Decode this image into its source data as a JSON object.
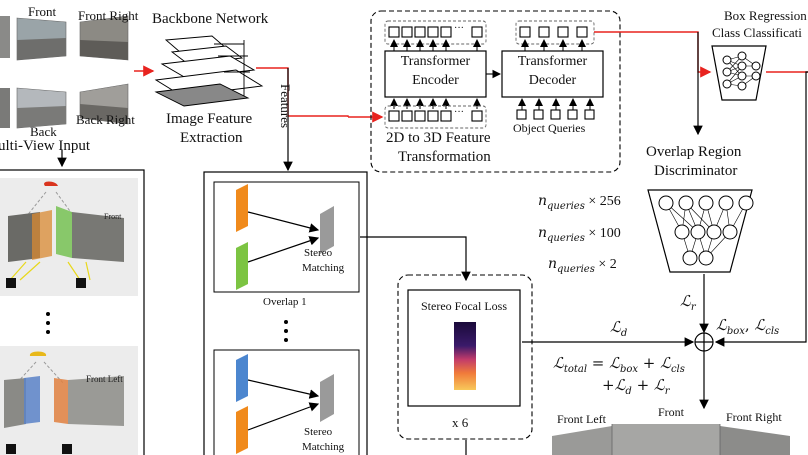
{
  "cameras": {
    "front": "Front",
    "front_right": "Front Right",
    "back": "Back",
    "back_right": "Back Right",
    "multi_view_input": "ulti-View Input"
  },
  "backbone": {
    "title": "Backbone Network",
    "extraction_line1": "Image Feature",
    "extraction_line2": "Extraction",
    "features": "Features"
  },
  "transformer": {
    "encoder_line1": "Transformer",
    "encoder_line2": "Encoder",
    "decoder_line1": "Transformer",
    "decoder_line2": "Decoder",
    "object_queries": "Object Queries",
    "transform_line1": "2D to 3D Feature",
    "transform_line2": "Transformation",
    "ellipsis": "···"
  },
  "heads": {
    "box_regression": "Box Regression",
    "class_classification": "Class Classificati"
  },
  "discriminator": {
    "line1": "Overlap Region",
    "line2": "Discriminator",
    "dim1_base": "n",
    "dim1_sub": "queries",
    "dim1_tail": " × 256",
    "dim2_base": "n",
    "dim2_sub": "queries",
    "dim2_tail": " × 100",
    "dim3_base": "n",
    "dim3_sub": "queries",
    "dim3_tail": " × 2"
  },
  "stereo": {
    "matching_line1": "Stereo",
    "matching_line2": "Matching",
    "overlap1": "Overlap 1",
    "focal_loss": "Stereo Focal Loss",
    "repeat": "x 6"
  },
  "losses": {
    "L": "ℒ",
    "r": "r",
    "d": "d",
    "box": "box",
    "cls": "cls",
    "total": "total",
    "comma": ", ",
    "eq": " = ",
    "plus": " + "
  },
  "bottom_views": {
    "front_left": "Front Left",
    "front": "Front",
    "front_right": "Front Right"
  },
  "overlap_left_labels": {
    "front": "Front",
    "front_left": "Front Left"
  },
  "colors": {
    "red_arrow": "#e8231f",
    "orange_panel": "#f08a1c",
    "green_panel": "#7cc442",
    "blue_panel": "#4c86cf",
    "gray_panel": "#9a9a9a"
  }
}
